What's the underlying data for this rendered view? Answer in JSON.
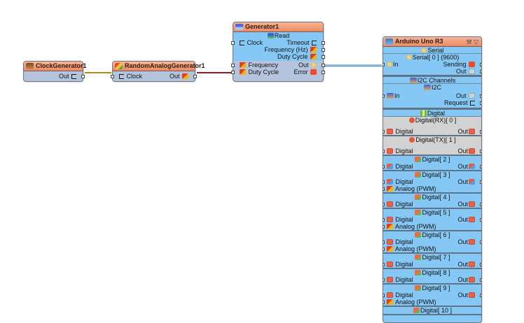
{
  "components": {
    "clock_generator": {
      "title": "ClockGenerator1",
      "pins": {
        "out": "Out"
      }
    },
    "random_analog_generator": {
      "title": "RandomAnalogGenerator1",
      "pins": {
        "clock": "Clock",
        "out": "Out"
      }
    },
    "generator": {
      "title": "Generator1",
      "sub_title": "Read",
      "pins": {
        "clock": "Clock",
        "timeout": "Timeout",
        "frequency_hz": "Frequency (Hz)",
        "duty_cycle_out": "Duty Cycle",
        "frequency": "Frequency",
        "duty_cycle": "Duty Cycle",
        "out": "Out",
        "error": "Error"
      }
    },
    "arduino": {
      "title": "Arduino Uno R3",
      "menu_icon": "tools-dropdown-icon",
      "serial": {
        "header": "Serial",
        "channel": "Serial[ 0 ] (9600)",
        "in": "In",
        "sending": "Sending",
        "out": "Out"
      },
      "i2c": {
        "header": "I2C Channels",
        "channel": "I2C",
        "in": "In",
        "out": "Out",
        "request": "Request"
      },
      "digital": {
        "header": "Digital",
        "channels": [
          {
            "name": "Digital(RX)[ 0 ]",
            "disabled": true,
            "input": "Digital",
            "out": "Out",
            "pwm": null
          },
          {
            "name": "Digital(TX)[ 1 ]",
            "disabled": true,
            "input": "Digital",
            "out": "Out",
            "pwm": null
          },
          {
            "name": "Digital[ 2 ]",
            "disabled": false,
            "input": "Digital",
            "out": "Out",
            "pwm": null
          },
          {
            "name": "Digital[ 3 ]",
            "disabled": false,
            "input": "Digital",
            "out": "Out",
            "pwm": "Analog (PWM)"
          },
          {
            "name": "Digital[ 4 ]",
            "disabled": false,
            "input": "Digital",
            "out": "Out",
            "pwm": null
          },
          {
            "name": "Digital[ 5 ]",
            "disabled": false,
            "input": "Digital",
            "out": "Out",
            "pwm": "Analog (PWM)"
          },
          {
            "name": "Digital[ 6 ]",
            "disabled": false,
            "input": "Digital",
            "out": "Out",
            "pwm": "Analog (PWM)"
          },
          {
            "name": "Digital[ 7 ]",
            "disabled": false,
            "input": "Digital",
            "out": "Out",
            "pwm": null
          },
          {
            "name": "Digital[ 8 ]",
            "disabled": false,
            "input": "Digital",
            "out": "Out",
            "pwm": null
          },
          {
            "name": "Digital[ 9 ]",
            "disabled": false,
            "input": "Digital",
            "out": "Out",
            "pwm": "Analog (PWM)"
          },
          {
            "name": "Digital[ 10 ]",
            "disabled": false,
            "input": null,
            "out": null,
            "pwm": null
          }
        ]
      }
    }
  },
  "wires": [
    {
      "from": "ClockGenerator1.Out",
      "to": "RandomAnalogGenerator1.Clock",
      "color": "#b8860b"
    },
    {
      "from": "RandomAnalogGenerator1.Out",
      "to": "Generator1.Duty Cycle",
      "color": "#9b1b1b"
    },
    {
      "from": "Generator1.Out",
      "to": "Arduino Uno R3.Serial[0].In",
      "color": "#7fb8d8"
    }
  ]
}
